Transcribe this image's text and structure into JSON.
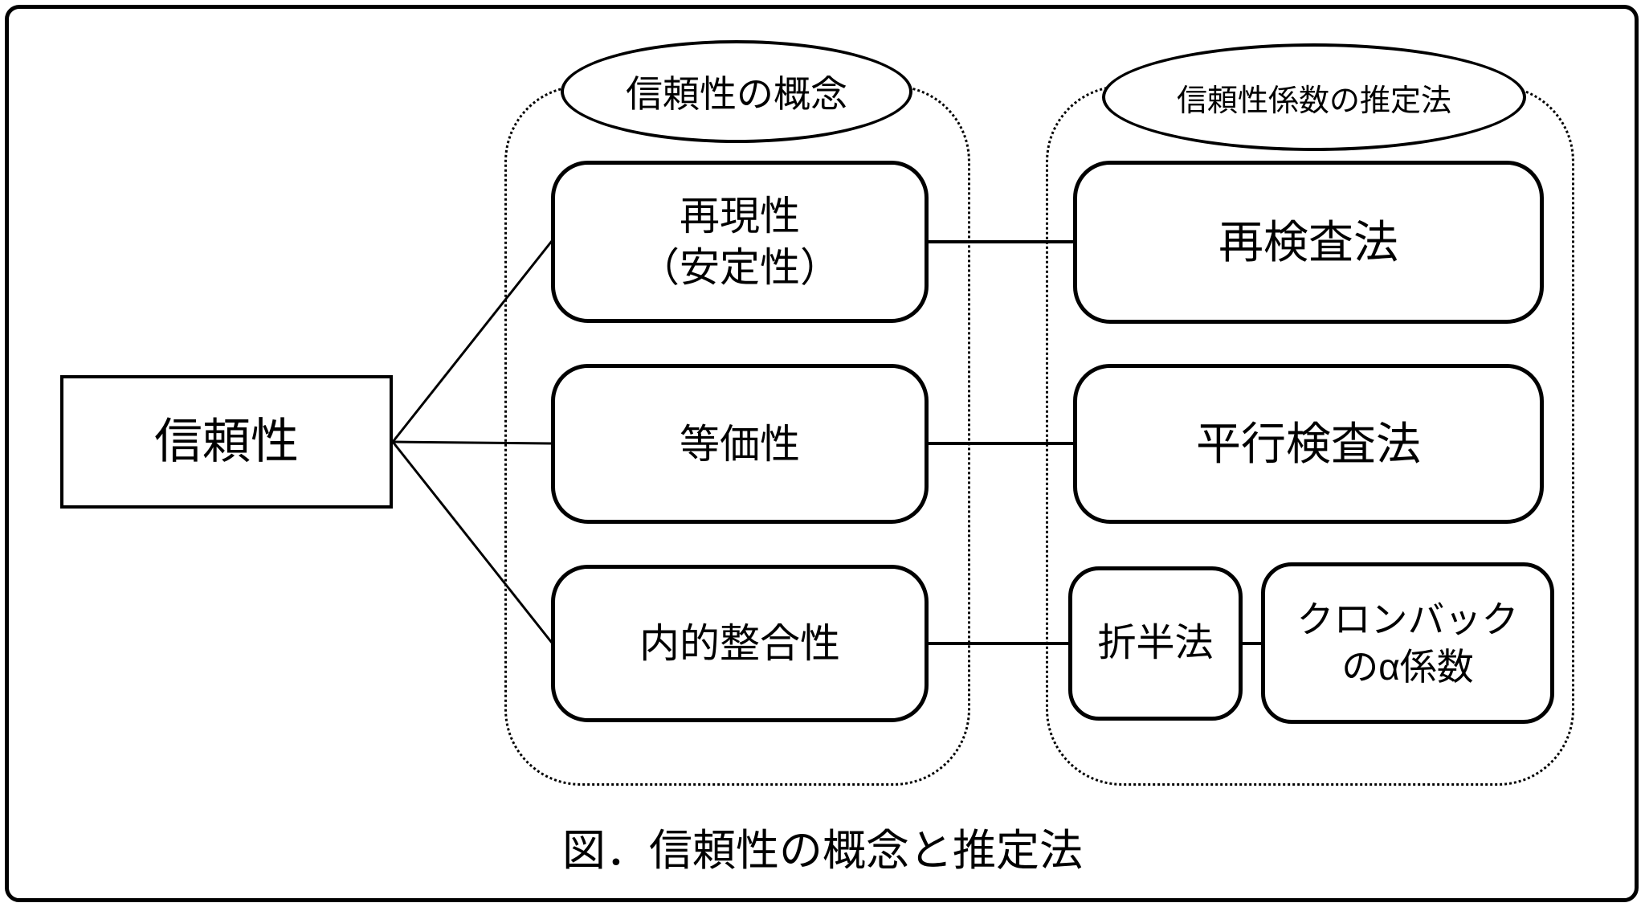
{
  "colors": {
    "ink": "#000000",
    "paper": "#ffffff"
  },
  "root_box": {
    "label": "信頼性"
  },
  "concept_group": {
    "title": "信頼性の概念",
    "items": [
      {
        "label": "再現性",
        "label2": "（安定性）"
      },
      {
        "label": "等価性"
      },
      {
        "label": "内的整合性"
      }
    ]
  },
  "method_group": {
    "title": "信頼性係数の推定法",
    "items": [
      {
        "label": "再検査法"
      },
      {
        "label": "平行検査法"
      },
      {
        "label": "折半法"
      },
      {
        "label": "クロンバック",
        "label2": "のα係数"
      }
    ]
  },
  "caption": "図．信頼性の概念と推定法"
}
